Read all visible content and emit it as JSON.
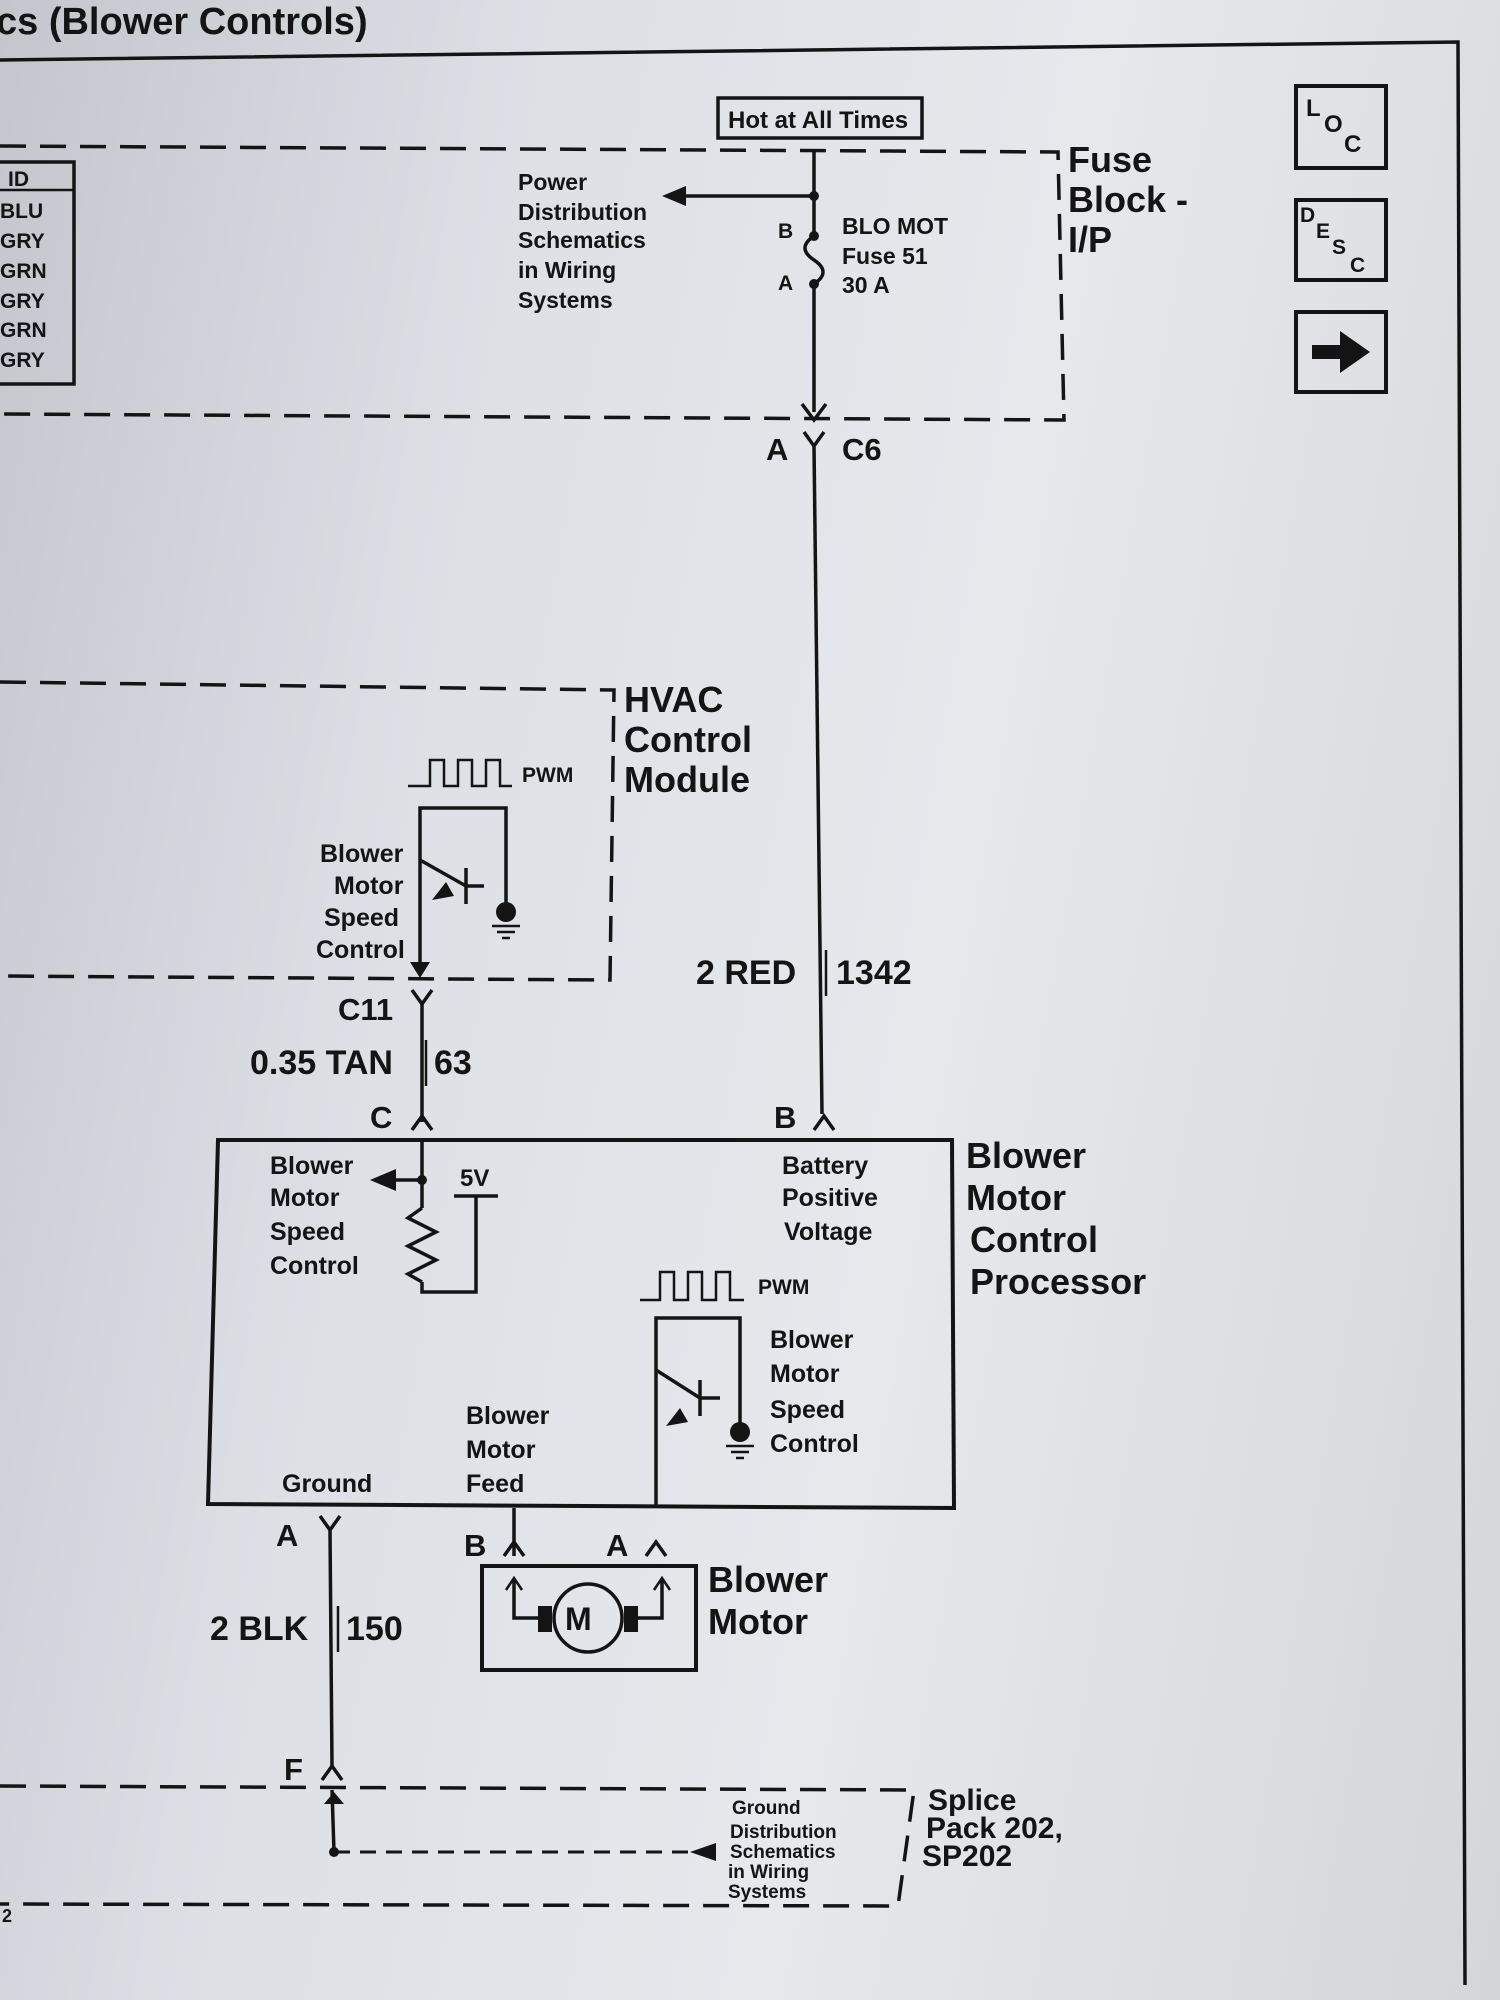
{
  "header": {
    "title": "cs (Blower Controls)"
  },
  "legend_table": {
    "header": "ID",
    "rows": [
      "BLU",
      "GRY",
      "GRN",
      "GRY",
      "GRN",
      "GRY"
    ]
  },
  "nav_buttons": [
    {
      "name": "loc-button",
      "label": "LOC"
    },
    {
      "name": "desc-button",
      "label": "DESC"
    },
    {
      "name": "next-arrow-button",
      "label": "→"
    }
  ],
  "hot_at_all_times": "Hot at All Times",
  "fuse_block": {
    "label": [
      "Fuse",
      "Block -",
      "I/P"
    ]
  },
  "power_distribution": [
    "Power",
    "Distribution",
    "Schematics",
    "in Wiring",
    "Systems"
  ],
  "fuse": {
    "pin_b": "B",
    "pin_a": "A",
    "lines": [
      "BLO MOT",
      "Fuse 51",
      "30 A"
    ]
  },
  "connector_c6": {
    "pin": "A",
    "name": "C6"
  },
  "hvac_module": {
    "label": [
      "HVAC",
      "Control",
      "Module"
    ],
    "pwm": "PWM",
    "speed_control": [
      "Blower",
      "Motor",
      "Speed",
      "Control"
    ]
  },
  "connector_c11": "C11",
  "wire_tan": {
    "gauge_color": "0.35 TAN",
    "circuit": "63"
  },
  "wire_red": {
    "gauge_color": "2 RED",
    "circuit": "1342"
  },
  "processor": {
    "label": [
      "Blower",
      "Motor",
      "Control",
      "Processor"
    ],
    "pin_c": "C",
    "pin_b": "B",
    "speed_control_left": [
      "Blower",
      "Motor",
      "Speed",
      "Control"
    ],
    "voltage": "5V",
    "battery": [
      "Battery",
      "Positive",
      "Voltage"
    ],
    "pwm": "PWM",
    "speed_control_right": [
      "Blower",
      "Motor",
      "Speed",
      "Control"
    ],
    "ground": "Ground",
    "feed": [
      "Blower",
      "Motor",
      "Feed"
    ]
  },
  "lower_pins": {
    "a_left": "A",
    "b": "B",
    "a_right": "A"
  },
  "blower_motor": {
    "label": [
      "Blower",
      "Motor"
    ],
    "symbol": "M"
  },
  "wire_blk": {
    "gauge_color": "2 BLK",
    "circuit": "150"
  },
  "pin_f": "F",
  "ground_distribution": [
    "Ground",
    "Distribution",
    "Schematics",
    "in Wiring",
    "Systems"
  ],
  "splice": {
    "label": [
      "Splice",
      "Pack 202,",
      "SP202"
    ]
  },
  "page_corner": "2"
}
